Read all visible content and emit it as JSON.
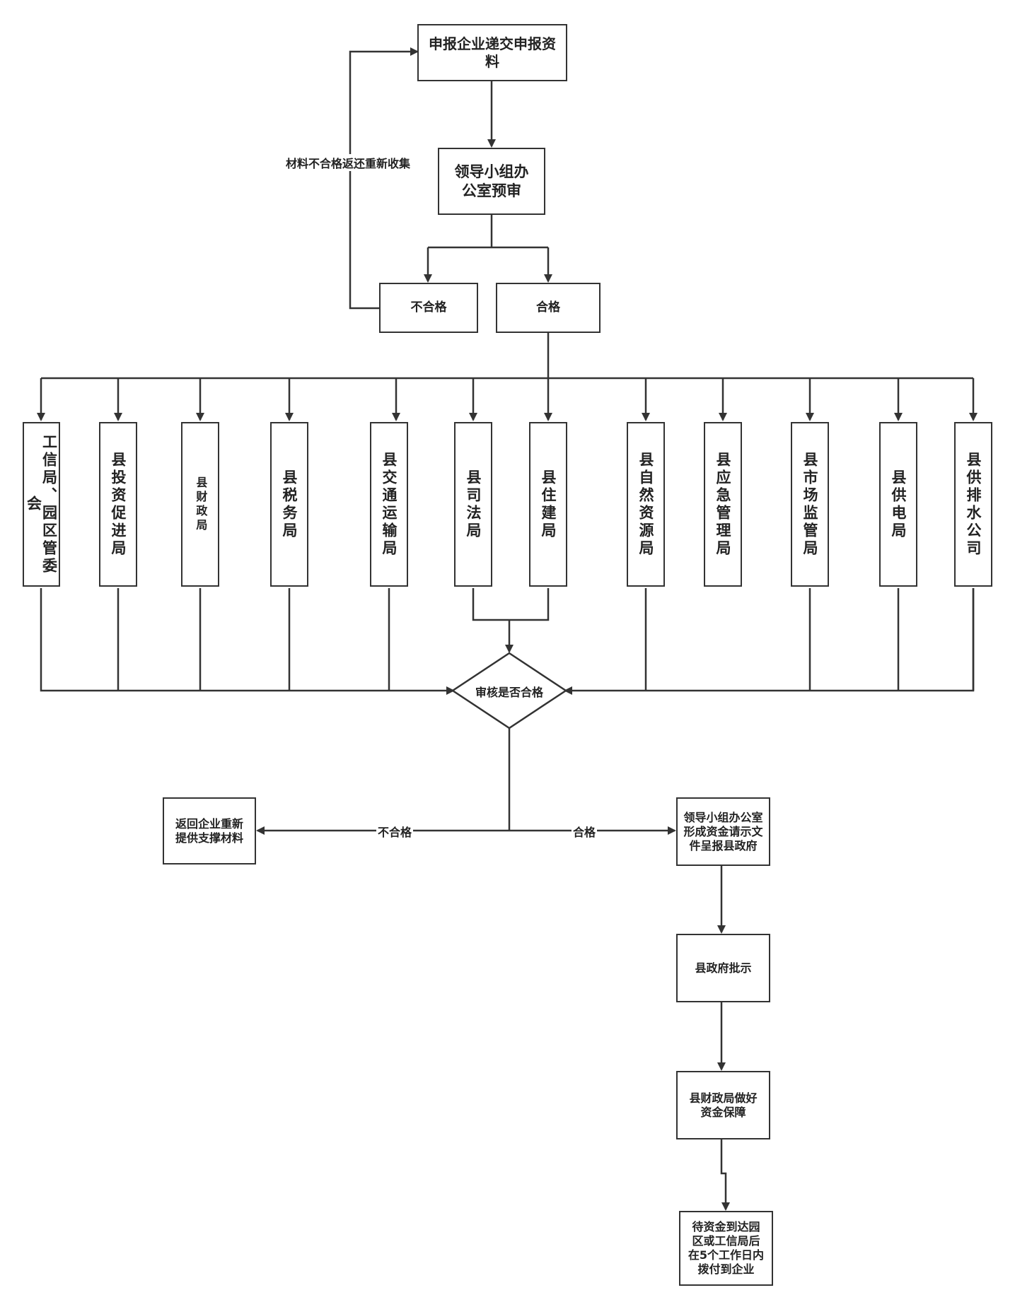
{
  "top": {
    "submit": "申报企业递交申报资料",
    "preliminary_review": "领导小组办公室预审",
    "return_label": "材料不合格返还重新收集",
    "fail": "不合格",
    "pass": "合格"
  },
  "departments": [
    "工信局、园区管委会",
    "县投资促进局",
    "县财政局",
    "县税务局",
    "县交通运输局",
    "县司法局",
    "县住建局",
    "县自然资源局",
    "县应急管理局",
    "县市场监管局",
    "县供电局",
    "县供排水公司"
  ],
  "review": {
    "decision": "审核是否合格",
    "fail_label": "不合格",
    "pass_label": "合格",
    "return_company": "返回企业重新提供支撑材料",
    "leader_request": "领导小组办公室形成资金请示文件呈报县政府"
  },
  "final": {
    "gov_approval": "县政府批示",
    "finance_guarantee": "县财政局做好资金保障",
    "disbursement": "待资金到达园区或工信局后在5个工作日内拨付到企业"
  }
}
